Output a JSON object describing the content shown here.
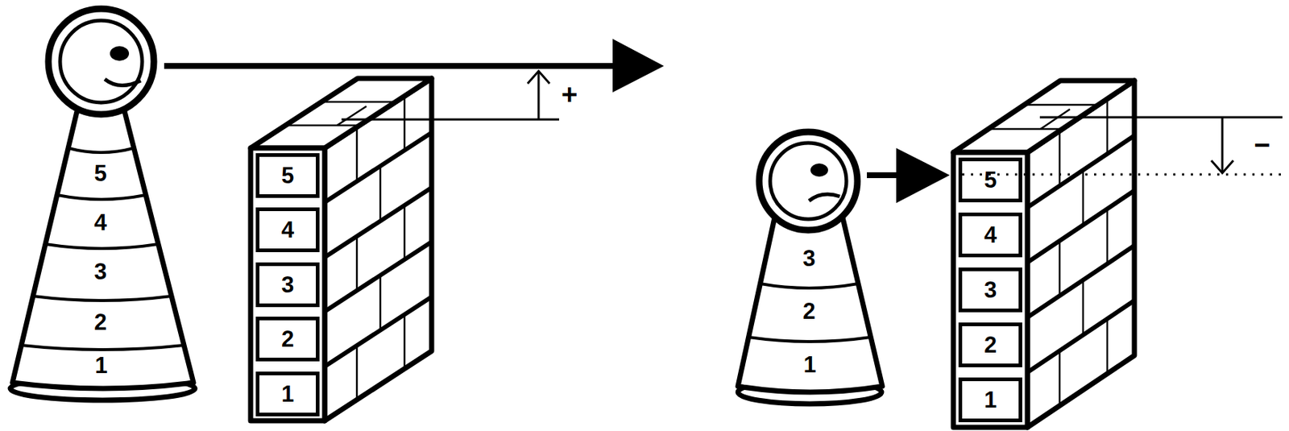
{
  "diagram": {
    "nodes": [
      {
        "text": [
          "5",
          "4",
          "3",
          "2",
          "1"
        ]
      },
      {
        "text": [
          "5"
        ]
      },
      {
        "text": [
          "4"
        ]
      },
      {
        "text": [
          "3"
        ]
      },
      {
        "text": [
          "2"
        ]
      },
      {
        "text": [
          "1"
        ]
      },
      {
        "text": [
          "3",
          "2",
          "1"
        ]
      },
      {
        "text": [
          "5"
        ]
      },
      {
        "text": [
          "4"
        ]
      },
      {
        "text": [
          "3"
        ]
      },
      {
        "text": [
          "2"
        ]
      },
      {
        "text": [
          "1"
        ]
      }
    ],
    "labels": [
      "+",
      "−"
    ]
  }
}
